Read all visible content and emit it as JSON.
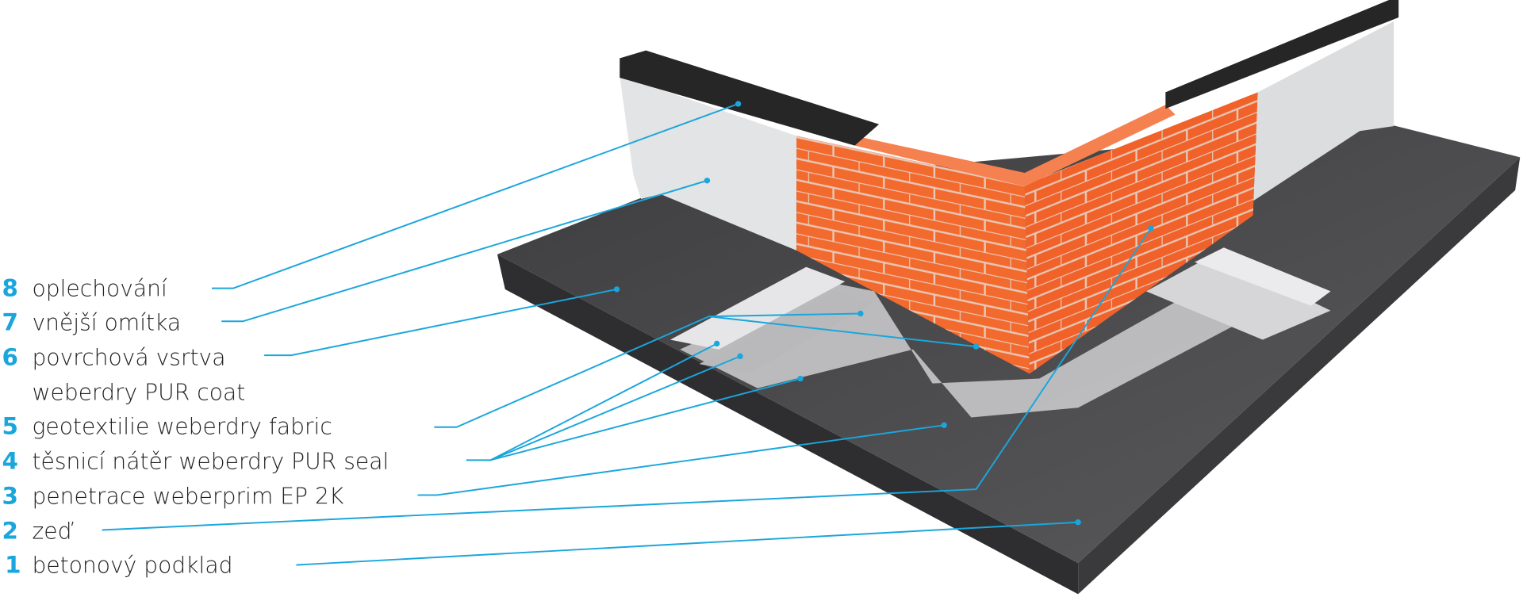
{
  "title": "Detail of roof waterproofing at a wall",
  "colors": {
    "accent": "#1aa6dc",
    "brick": "#f26a2e",
    "concrete": "#4a4a4c",
    "plaster": "#e3e4e6",
    "coping": "#262626"
  },
  "labels": [
    {
      "number": "8",
      "text": "oplechování"
    },
    {
      "number": "7",
      "text": "vnější omítka"
    },
    {
      "number": "6",
      "text": "povrchová vsrtva",
      "text2": "weberdry PUR coat"
    },
    {
      "number": "5",
      "text": "geotextilie weberdry fabric"
    },
    {
      "number": "4",
      "text": "těsnicí nátěr weberdry PUR seal"
    },
    {
      "number": "3",
      "text": "penetrace weberprim EP 2K"
    },
    {
      "number": "2",
      "text": "zeď"
    },
    {
      "number": "1",
      "text": "betonový podklad"
    }
  ]
}
